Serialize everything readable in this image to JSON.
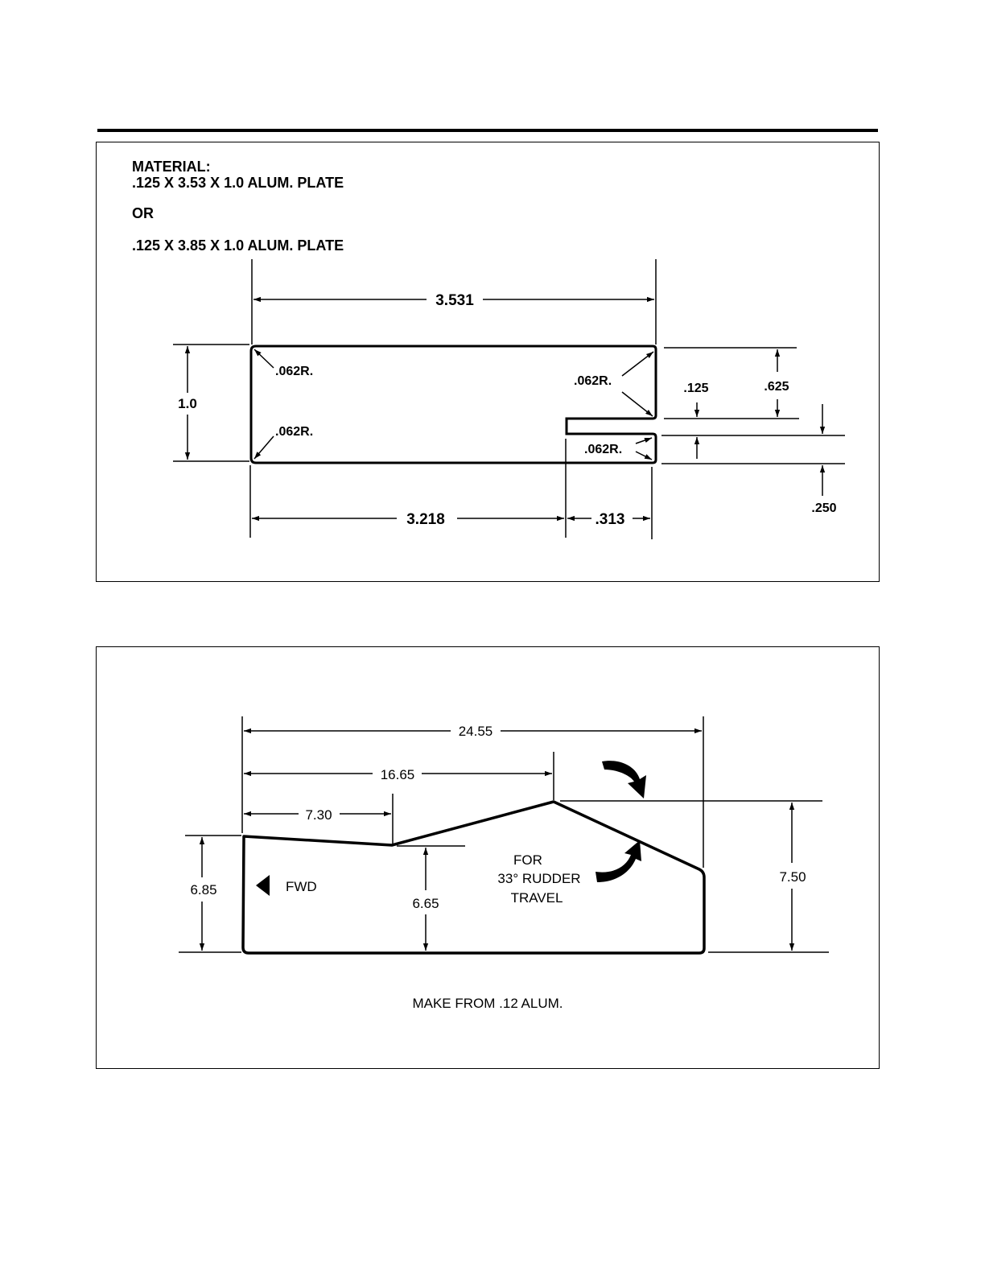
{
  "colors": {
    "ink": "#000000",
    "paper": "#ffffff"
  },
  "top_drawing": {
    "material_heading": "MATERIAL:",
    "material_option_1": ".125 X 3.53 X 1.0 ALUM. PLATE",
    "material_or": "OR",
    "material_option_2": ".125 X 3.85 X 1.0 ALUM. PLATE",
    "dim_overall_length": "3.531",
    "dim_height": "1.0",
    "radius_top_left": ".062R.",
    "radius_bottom_left": ".062R.",
    "radius_top_right": ".062R.",
    "radius_notch": ".062R.",
    "dim_slot_width": ".125",
    "dim_upper_edge": ".625",
    "dim_lower_edge": ".250",
    "dim_base_length": "3.218",
    "dim_notch_length": ".313"
  },
  "bottom_drawing": {
    "dim_overall_length": "24.55",
    "dim_to_peak": "16.65",
    "dim_to_low_point": "7.30",
    "dim_front_height": "6.85",
    "dim_low_point_height": "6.65",
    "dim_peak_height": "7.50",
    "fwd_label": "FWD",
    "travel_note_line1": "FOR",
    "travel_note_line2": "33° RUDDER",
    "travel_note_line3": "TRAVEL",
    "make_from_note": "MAKE FROM .12 ALUM."
  }
}
